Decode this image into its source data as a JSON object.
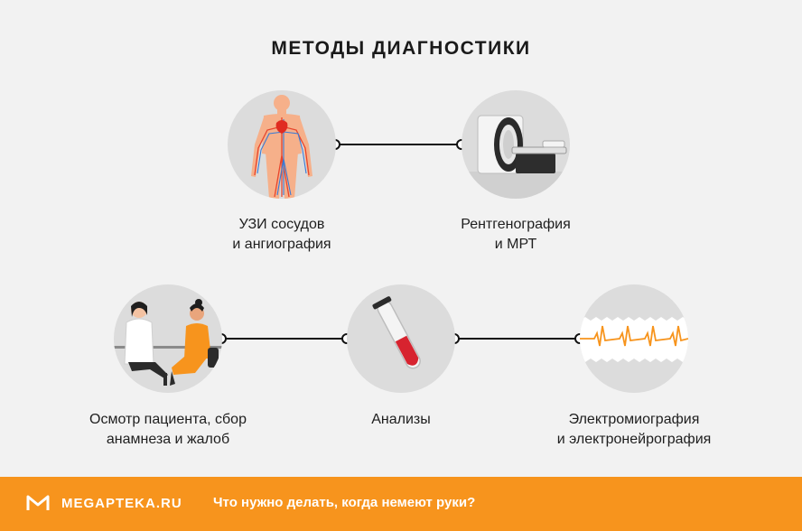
{
  "title": "МЕТОДЫ ДИАГНОСТИКИ",
  "methods": [
    {
      "line1": "УЗИ сосудов",
      "line2": "и ангиография",
      "icon": "body-vessels-icon"
    },
    {
      "line1": "Рентгенография",
      "line2": "и МРТ",
      "icon": "mri-scanner-icon"
    },
    {
      "line1": "Осмотр пациента, сбор",
      "line2": "анамнеза и жалоб",
      "icon": "doctor-patient-icon"
    },
    {
      "line1": "Анализы",
      "line2": "",
      "icon": "test-tube-icon"
    },
    {
      "line1": "Электромиография",
      "line2": "и электронейрография",
      "icon": "emg-wave-icon"
    }
  ],
  "footer": {
    "brand": "MEGAPTEKA.RU",
    "tagline": "Что нужно делать, когда немеют руки?",
    "color": "#f7941d"
  }
}
